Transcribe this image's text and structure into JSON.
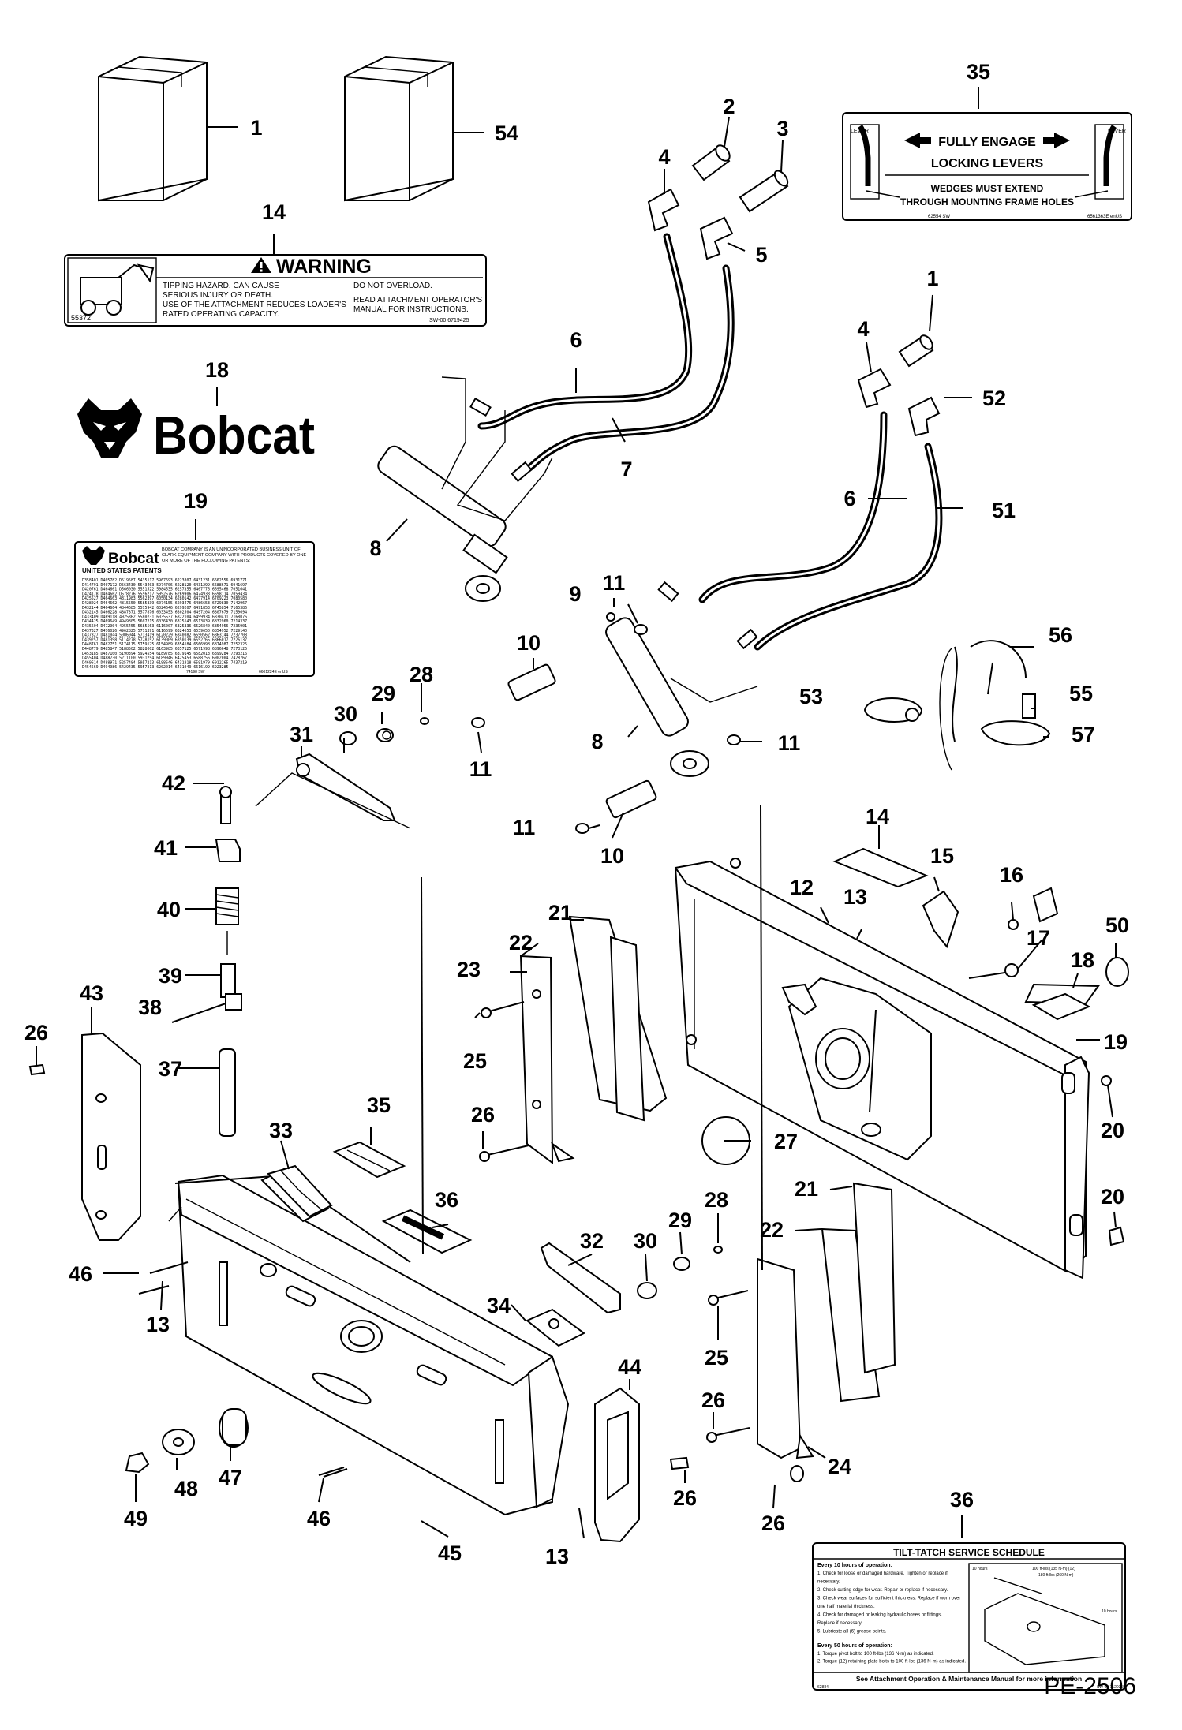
{
  "figure_id": "PE-2506",
  "logo_text": "Bobcat",
  "callouts": {
    "c1a": "1",
    "c54": "54",
    "c14a": "14",
    "c18a": "18",
    "c19a": "19",
    "c2": "2",
    "c3": "3",
    "c4a": "4",
    "c5": "5",
    "c6a": "6",
    "c7": "7",
    "c8a": "8",
    "c35a": "35",
    "c1b": "1",
    "c4b": "4",
    "c52": "52",
    "c6b": "6",
    "c51": "51",
    "c9": "9",
    "c11a": "11",
    "c10a": "10",
    "c28a": "28",
    "c29a": "29",
    "c30a": "30",
    "c31": "31",
    "c42": "42",
    "c11b": "11",
    "c8b": "8",
    "c11c": "11",
    "c11d": "11",
    "c10b": "10",
    "c41": "41",
    "c40": "40",
    "c39": "39",
    "c38": "38",
    "c37": "37",
    "c43": "43",
    "c26a": "26",
    "c33": "33",
    "c35b": "35",
    "c36a": "36",
    "c46a": "46",
    "c13a": "13",
    "c53": "53",
    "c56": "56",
    "c55": "55",
    "c57": "57",
    "c14b": "14",
    "c15": "15",
    "c12": "12",
    "c13b": "13",
    "c16": "16",
    "c17": "17",
    "c18b": "18",
    "c50": "50",
    "c19b": "19",
    "c21a": "21",
    "c22a": "22",
    "c23": "23",
    "c25a": "25",
    "c26b": "26",
    "c27": "27",
    "c20a": "20",
    "c20b": "20",
    "c21b": "21",
    "c22b": "22",
    "c32": "32",
    "c30b": "30",
    "c29b": "29",
    "c28b": "28",
    "c34": "34",
    "c25b": "25",
    "c26c": "26",
    "c24": "24",
    "c26d": "26",
    "c44": "44",
    "c26e": "26",
    "c13c": "13",
    "c45": "45",
    "c46b": "46",
    "c47": "47",
    "c48": "48",
    "c49": "49",
    "c36b": "36"
  },
  "decal_warning": {
    "heading": "WARNING",
    "left_lines": [
      "TIPPING HAZARD.  CAN CAUSE",
      "SERIOUS INJURY OR DEATH.",
      "USE OF THE ATTACHMENT REDUCES LOADER'S",
      "RATED OPERATING CAPACITY."
    ],
    "right_lines": [
      "DO NOT OVERLOAD.",
      "",
      "READ ATTACHMENT OPERATOR'S",
      "MANUAL FOR INSTRUCTIONS."
    ],
    "code_left": "55372",
    "code_right": "SW-00  6719425"
  },
  "decal_levers": {
    "line1": "FULLY ENGAGE",
    "line2": "LOCKING LEVERS",
    "line3": "WEDGES MUST EXTEND",
    "line4": "THROUGH MOUNTING FRAME HOLES",
    "lever_left": "LEVER",
    "lever_right": "LEVER",
    "code_left": "62554 SW",
    "code_right": "6561363E enUS"
  },
  "decal_patents": {
    "logo": "Bobcat",
    "intro": [
      "BOBCAT COMPANY IS AN UNINCORPORATED BUSINESS UNIT OF",
      "CLARK EQUIPMENT COMPANY WITH PRODUCTS COVERED BY ONE",
      "OR MORE OF THE FOLLOWING PATENTS:"
    ],
    "heading": "UNITED STATES PATENTS",
    "rows": [
      "D358401  D405782  D519587  5435117  5967693  6223807  6431231  6662556  6931771",
      "D414791  D407172  D563430  5543403  5974706  6228120  6431299  6688671  6941697",
      "D420761  D464661  D566030  5551522  5984535  6257355  6467776  6695468  7051641",
      "D424178  D464662  D578276  5556217  5992576  6269906  6474933  6698114  7059434",
      "D425527  D464663  4811983  5562397  6050134  6280142  6477914  6709223  7080580",
      "D428024  D464662  4815550  5585839  6074155  6293476  6486653  6729830  7142967",
      "D432144  D464664  4844685  5575942  6024646  6299207  6491853  6745854  7165386",
      "D432145  D466228  4887371  5577876  6033453  6302504  6497204  6807679  7159694",
      "D433409  D469118  4925362  5580731  6035537  6322104  6499934  6830411  7168076",
      "D434425  D469649  4949805  5607215  6036430  6325143  6513839  6832960  7214337",
      "D435604  D472904  4955455  5685563  6116007  6325336  6526840  6854956  7235901",
      "D437327  D476026  4962825  5711391  6116699  6324653  6539650  6854952  7229140",
      "D437327  D481044  5006044  5713419  6120229  6340082  6550562  6863144  7237708",
      "D439257  D481398  5114278  5728152  6139009  6350139  6552765  6866017  7226137",
      "D448761  D482751  5174115  5759125  6154989  6354184  6566998  6874987  7252325",
      "D448779  D485847  5188502  5828002  6163985  6357125  6571998  6896648  7273125",
      "D453185  D487100  5190394  5924554  6189785  6379145  6582013  6899284  7293216",
      "D455404  D488730  5211100  5931254  6189946  6425453  6588756  6902004  7428767",
      "D469614  D488971  5257484  5957213  6198646  6431818  6591979  6912265  7437219",
      "D454569  D494986  5429435  5957213  6202014  6431049  6616199  6923285"
    ],
    "code_left": "74198 SW",
    "code_right": "6601224E  enUS"
  },
  "decal_service": {
    "title": "TILT-TATCH SERVICE SCHEDULE",
    "heading1": "Every 10 hours of operation:",
    "list1": [
      "1. Check for loose or damaged hardware. Tighten or replace if",
      "   necessary.",
      "2. Check cutting edge for wear. Repair or replace if necessary.",
      "3. Check wear surfaces for sufficient thickness. Replace if worn over",
      "   one half material thickness.",
      "4. Check for damaged or leaking hydraulic hoses or fittings.",
      "   Replace if necessary.",
      "5. Lubricate all (6) grease points."
    ],
    "heading2": "Every 50 hours of operation:",
    "list2": [
      "1. Torque pivot bolt to 100 ft-lbs (136 N-m) as indicated.",
      "2. Torque (12) retaining plate bolts to 100 ft-lbs (136 N-m) as indicated."
    ],
    "footer": "See Attachment Operation & Maintenance Manual for more information",
    "torque_a": "100 ft-lbs (135 N-m) (12)",
    "torque_b": "180 ft-lbs (260 N-m)",
    "hours_a": "10 hours",
    "hours_b": "10 hours",
    "code_left": "62884",
    "code_right": "SW-00  7120355"
  }
}
